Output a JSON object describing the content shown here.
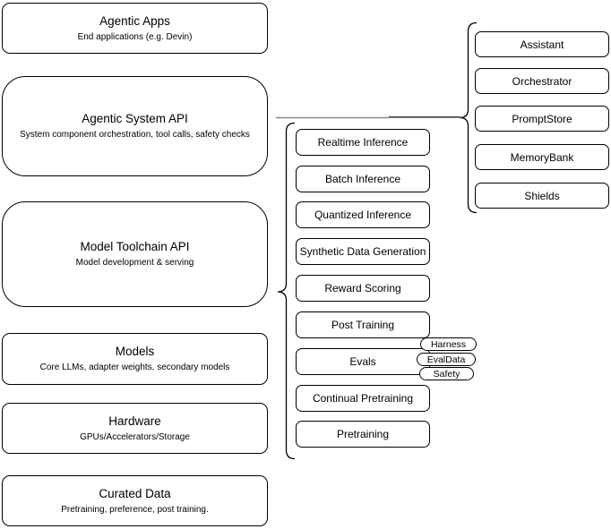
{
  "diagram": {
    "left_column": [
      {
        "title": "Agentic Apps",
        "subtitle": "End applications (e.g. Devin)"
      },
      {
        "title": "Agentic System API",
        "subtitle": "System component orchestration, tool calls, safety checks"
      },
      {
        "title": "Model Toolchain API",
        "subtitle": "Model development & serving"
      },
      {
        "title": "Models",
        "subtitle": "Core LLMs, adapter weights, secondary models"
      },
      {
        "title": "Hardware",
        "subtitle": "GPUs/Accelerators/Storage"
      },
      {
        "title": "Curated Data",
        "subtitle": "Pretraining, preference, post training."
      }
    ],
    "toolchain_components": [
      "Realtime Inference",
      "Batch Inference",
      "Quantized Inference",
      "Synthetic Data Generation",
      "Reward Scoring",
      "Post Training",
      "Evals",
      "Continual Pretraining",
      "Pretraining"
    ],
    "eval_tags": [
      "Harness",
      "EvalData",
      "Safety"
    ],
    "system_components": [
      "Assistant",
      "Orchestrator",
      "PromptStore",
      "MemoryBank",
      "Shields"
    ],
    "colors": {
      "stroke": "#000000",
      "fill": "#ffffff",
      "connector_gray": "#8a8a8a",
      "connector_dark": "#3f3f3f"
    }
  }
}
